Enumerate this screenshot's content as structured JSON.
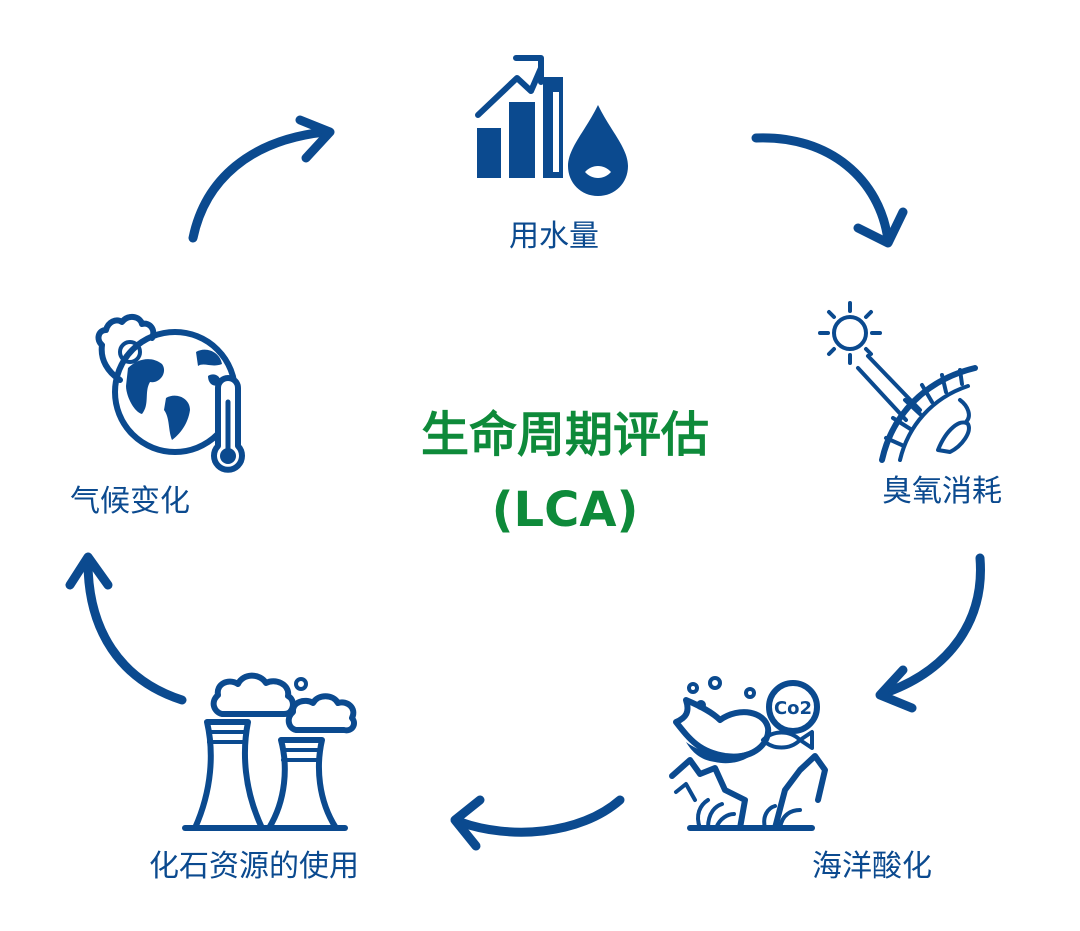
{
  "title": {
    "line1": "生命周期评估",
    "line2": "(LCA)"
  },
  "stages": [
    {
      "label": "用水量",
      "icon": "water-usage-icon"
    },
    {
      "label": "臭氧消耗",
      "icon": "ozone-depletion-icon"
    },
    {
      "label": "海洋酸化",
      "icon": "ocean-acidification-icon"
    },
    {
      "label": "化石资源的使用",
      "icon": "fossil-fuel-icon"
    },
    {
      "label": "气候变化",
      "icon": "climate-change-icon"
    }
  ],
  "icon_text": {
    "co2": "Co2"
  },
  "colors": {
    "primary": "#0b4a8f",
    "title": "#0e8a3a"
  }
}
